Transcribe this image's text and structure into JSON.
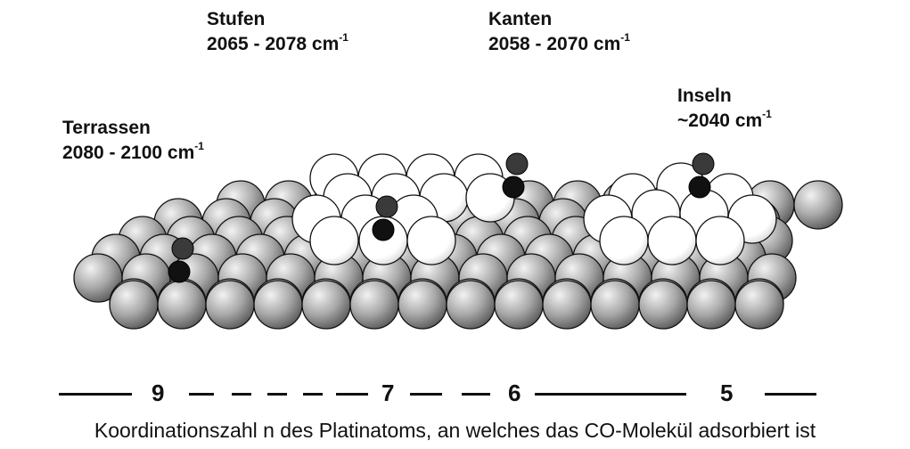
{
  "labels": {
    "terrassen": {
      "name": "Terrassen",
      "range": "2080 - 2100 cm",
      "exp": "-1"
    },
    "stufen": {
      "name": "Stufen",
      "range": "2065 - 2078 cm",
      "exp": "-1"
    },
    "kanten": {
      "name": "Kanten",
      "range": "2058 - 2070 cm",
      "exp": "-1"
    },
    "inseln": {
      "name": "Inseln",
      "range": "~2040 cm",
      "exp": "-1"
    }
  },
  "coordination": [
    "9",
    "7",
    "6",
    "5"
  ],
  "caption": "Koordinationszahl n des Platinatoms, an welches das CO-Molekül adsorbiert ist",
  "colors": {
    "grey_atom_light": "#e6e6e6",
    "grey_atom_dark": "#6e6e6e",
    "white_atom": "#ffffff",
    "carbon": "#111111",
    "oxygen": "#3a3a3a",
    "outline": "#111111"
  }
}
